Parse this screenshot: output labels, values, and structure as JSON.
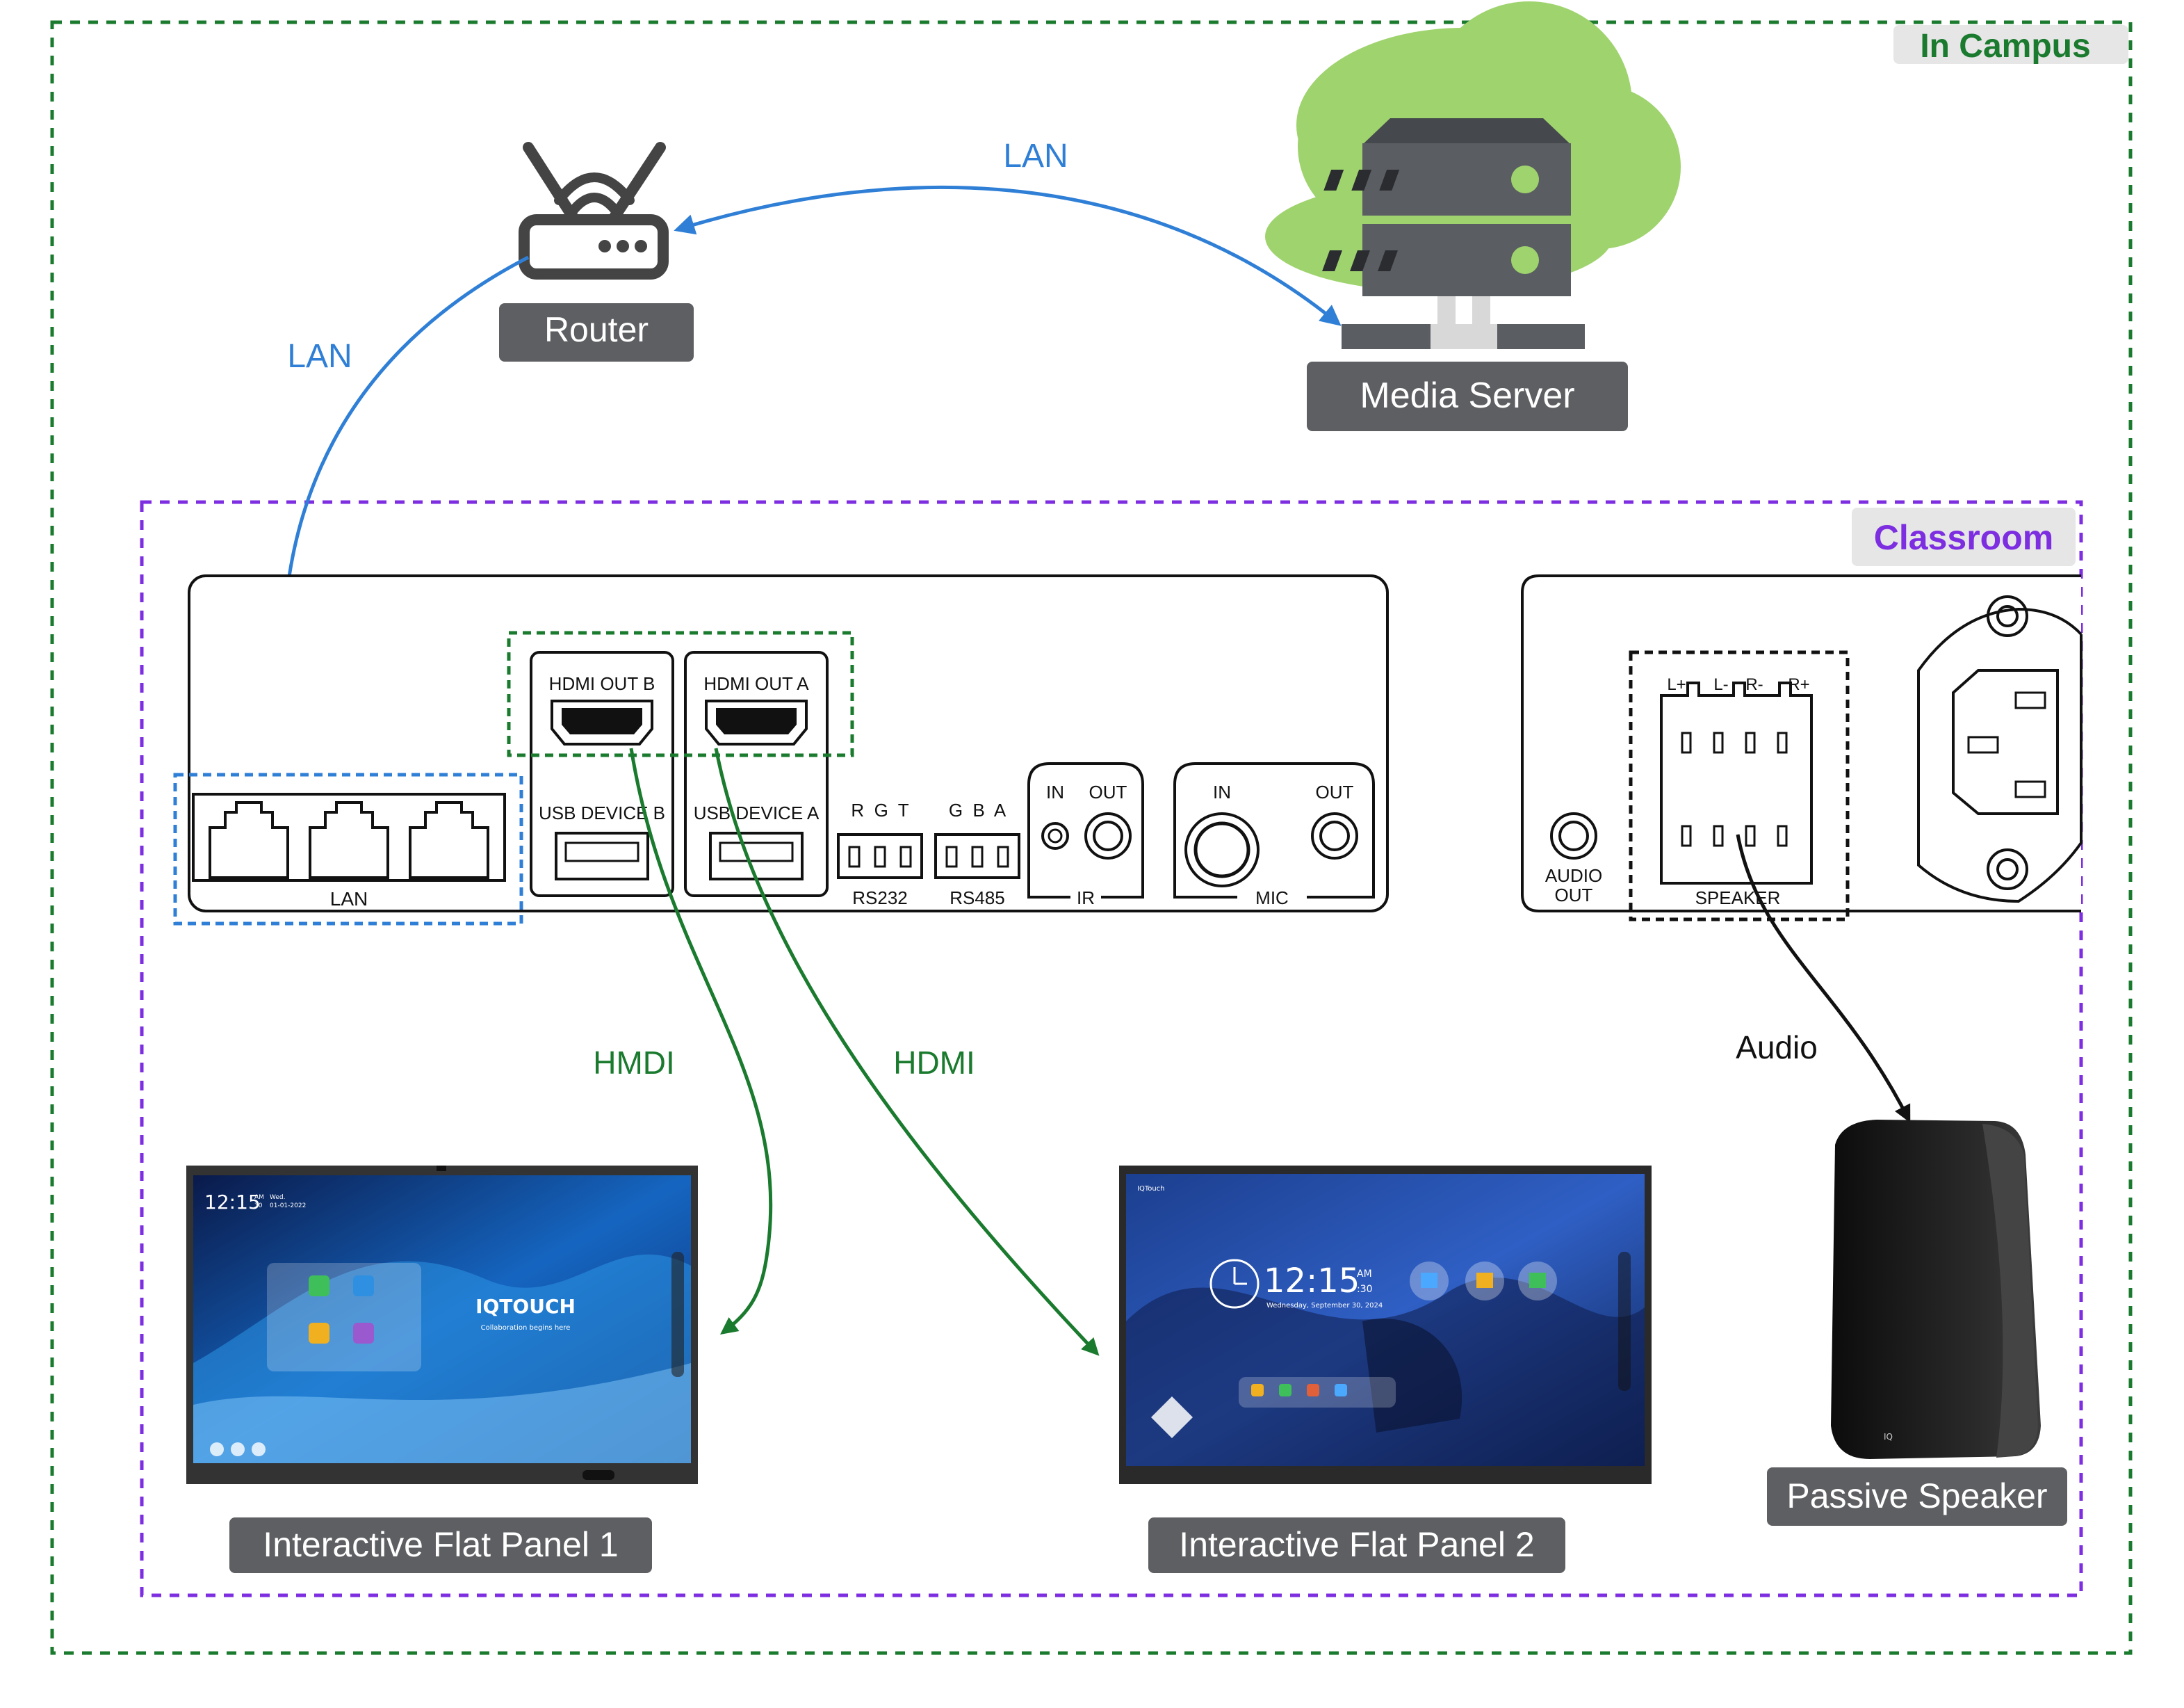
{
  "zones": {
    "campus": {
      "label": "In Campus",
      "color": "#1a7a2e"
    },
    "classroom": {
      "label": "Classroom",
      "color": "#7d2ee0"
    }
  },
  "devices": {
    "router": {
      "label": "Router"
    },
    "media_server": {
      "label": "Media Server"
    },
    "panel1": {
      "label": "Interactive Flat Panel 1",
      "screen": {
        "time": "12:15",
        "ampm": "AM",
        "seconds": "30",
        "day": "Wed.",
        "date": "01-01-2022",
        "brand": "IQTOUCH",
        "tagline": "Collaboration begins here"
      }
    },
    "panel2": {
      "label": "Interactive Flat Panel 2",
      "screen": {
        "time": "12:15",
        "ampm": "AM",
        "seconds": ":30",
        "date": "Wednesday, September 30, 2024",
        "brand": "IQTouch"
      }
    },
    "speaker": {
      "label": "Passive Speaker",
      "badge": "IQ"
    }
  },
  "rear_panel": {
    "lan_label": "LAN",
    "hdmi_out_b": "HDMI OUT B",
    "hdmi_out_a": "HDMI OUT A",
    "usb_device_b": "USB DEVICE B",
    "usb_device_a": "USB DEVICE A",
    "rs232": {
      "pins": "R  G  T",
      "label": "RS232"
    },
    "rs485": {
      "pins": "G  B  A",
      "label": "RS485"
    },
    "ir": {
      "in": "IN",
      "out": "OUT",
      "label": "IR"
    },
    "mic": {
      "in": "IN",
      "out": "OUT",
      "label": "MIC"
    },
    "audio_out": [
      "AUDIO",
      "OUT"
    ],
    "speaker_terminal": {
      "label": "SPEAKER",
      "pins": [
        "L+",
        "L-",
        "R-",
        "R+"
      ]
    }
  },
  "connections": {
    "router_server": {
      "label": "LAN",
      "color": "#2f7fd6"
    },
    "router_lan": {
      "label": "LAN",
      "color": "#2f7fd6"
    },
    "hdmi_b": {
      "label": "HMDI",
      "color": "#1a7a2e"
    },
    "hdmi_a": {
      "label": "HDMI",
      "color": "#1a7a2e"
    },
    "audio": {
      "label": "Audio",
      "color": "#111111"
    }
  },
  "colors": {
    "label_box": "#5e5f62",
    "label_text": "#ffffff",
    "server_body": "#5a5d62",
    "cloud": "#9fd36e"
  }
}
